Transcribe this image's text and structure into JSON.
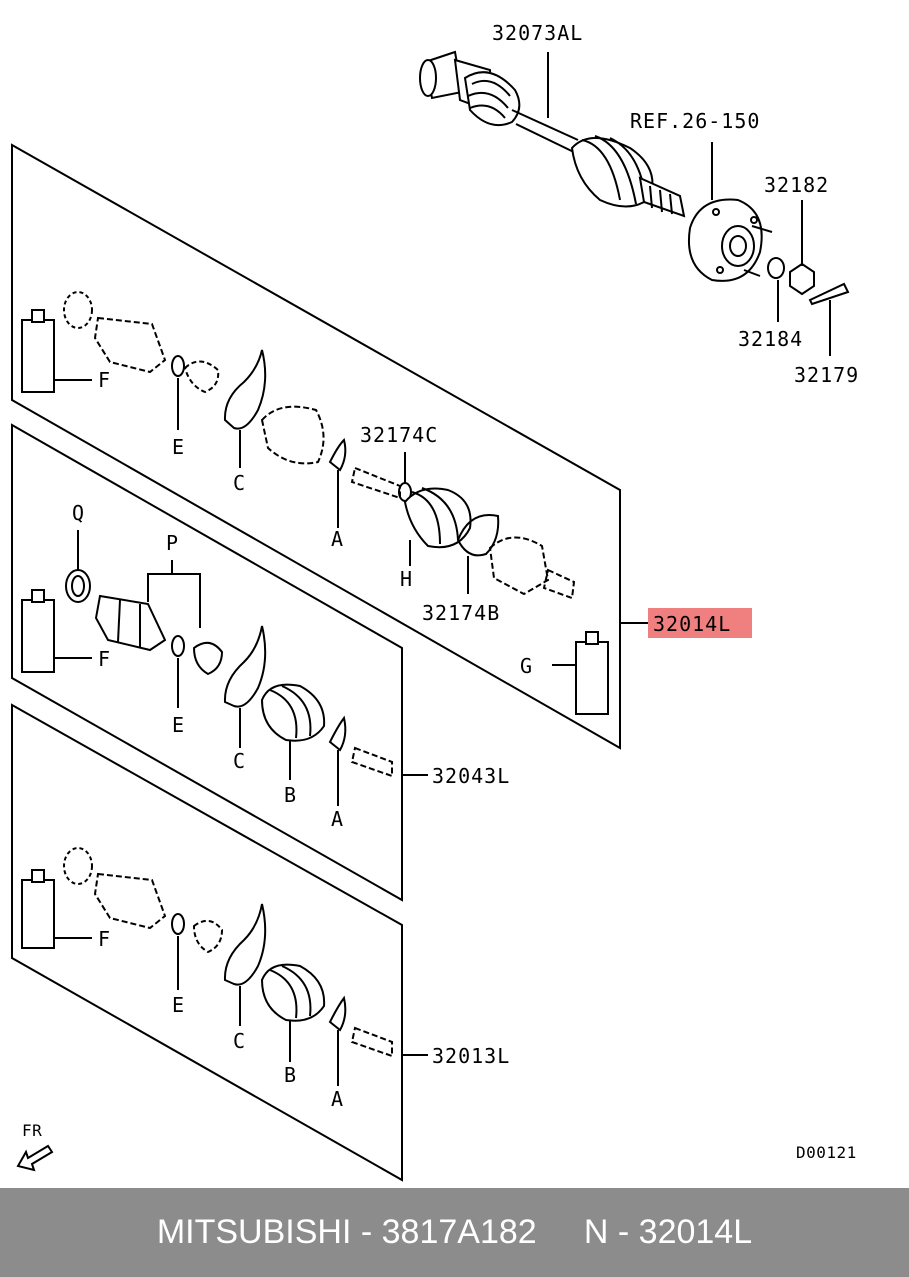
{
  "diagram": {
    "labels": {
      "p32073al": "32073AL",
      "ref": "REF.26-150",
      "p32182": "32182",
      "p32184": "32184",
      "p32179": "32179",
      "p32014l": "32014L",
      "p32174c": "32174C",
      "p32174b": "32174B",
      "p32043l": "32043L",
      "p32013l": "32013L",
      "G": "G",
      "H": "H",
      "Q": "Q",
      "P": "P",
      "F1": "F",
      "E1": "E",
      "C1": "C",
      "A1": "A",
      "F2": "F",
      "E2": "E",
      "C2": "C",
      "B2": "B",
      "A2": "A",
      "F3": "F",
      "E3": "E",
      "C3": "C",
      "B3": "B",
      "A3": "A",
      "fr": "FR",
      "code": "D00121"
    },
    "highlight_color": "#f08080"
  },
  "footer": {
    "text": "MITSUBISHI - 3817A182     N - 32014L"
  }
}
